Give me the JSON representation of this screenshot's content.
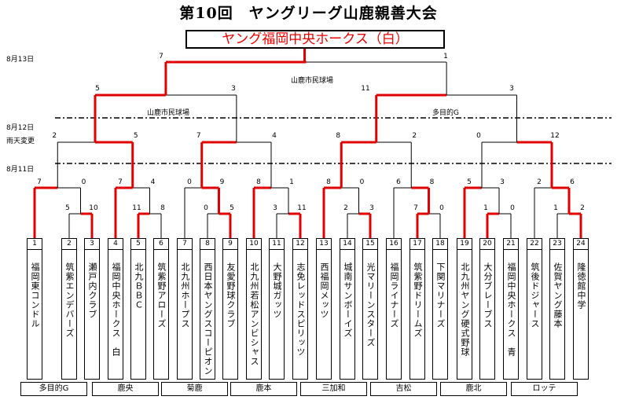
{
  "title": "第10回　ヤングリーグ山鹿親善大会",
  "winner": "ヤング福岡中央ホークス（白）",
  "dates": {
    "aug13": "8月13日",
    "aug12": "8月12日",
    "rain_change": "雨天変更",
    "aug11": "8月11日"
  },
  "venues": {
    "final": "山鹿市民球場",
    "semi_left": "山鹿市民球場",
    "semi_right": "多目的G"
  },
  "teams": [
    {
      "no": "1",
      "name": "福岡東コンドル"
    },
    {
      "no": "2",
      "name": "筑紫エンデバーズ"
    },
    {
      "no": "3",
      "name": "瀬戸内クラブ"
    },
    {
      "no": "4",
      "name": "福岡中央ホークス　白"
    },
    {
      "no": "5",
      "name": "北九ＢＢＣ"
    },
    {
      "no": "6",
      "name": "筑紫野アローズ"
    },
    {
      "no": "7",
      "name": "北九州ホープス"
    },
    {
      "no": "8",
      "name": "西日本ヤングスコーピオン"
    },
    {
      "no": "9",
      "name": "友愛野球クラブ"
    },
    {
      "no": "10",
      "name": "北九州若松アンビシャス"
    },
    {
      "no": "11",
      "name": "大野城ガッツ"
    },
    {
      "no": "12",
      "name": "志免レッドスピリッツ"
    },
    {
      "no": "13",
      "name": "西福岡メッツ"
    },
    {
      "no": "14",
      "name": "城南サンボーイズ"
    },
    {
      "no": "15",
      "name": "光マリーンスターズ"
    },
    {
      "no": "16",
      "name": "福岡ライナーズ"
    },
    {
      "no": "17",
      "name": "筑紫野ドリームズ"
    },
    {
      "no": "18",
      "name": "下関マリナーズ"
    },
    {
      "no": "19",
      "name": "北九州ヤング硬式野球"
    },
    {
      "no": "20",
      "name": "大分ブレーブス"
    },
    {
      "no": "21",
      "name": "福岡中央ホークス　青"
    },
    {
      "no": "22",
      "name": "筑後ドジャース"
    },
    {
      "no": "23",
      "name": "佐賀ヤング藤本"
    },
    {
      "no": "24",
      "name": "隆徳館中学"
    }
  ],
  "groups": [
    "多目的G",
    "鹿央",
    "菊鹿",
    "鹿本",
    "三加和",
    "吉松",
    "鹿北",
    "ロッテ"
  ],
  "scores": {
    "final": [
      "7",
      "1"
    ],
    "sf": [
      "5",
      "3",
      "11",
      "3"
    ],
    "qf": [
      "2",
      "5",
      "7",
      "4",
      "8",
      "2",
      "0",
      "12"
    ],
    "r2": [
      "7",
      "0",
      "7",
      "4",
      "0",
      "9",
      "8",
      "1",
      "8",
      "0",
      "6",
      "8",
      "5",
      "3",
      "2",
      "6"
    ],
    "r1": [
      "5",
      "10",
      "11",
      "8",
      "0",
      "5",
      "3",
      "11",
      "2",
      "3",
      "7",
      "0",
      "1",
      "0",
      "1",
      "2"
    ]
  },
  "colors": {
    "win": "#e00000",
    "line": "#000000",
    "winner_text": "#e00000"
  }
}
